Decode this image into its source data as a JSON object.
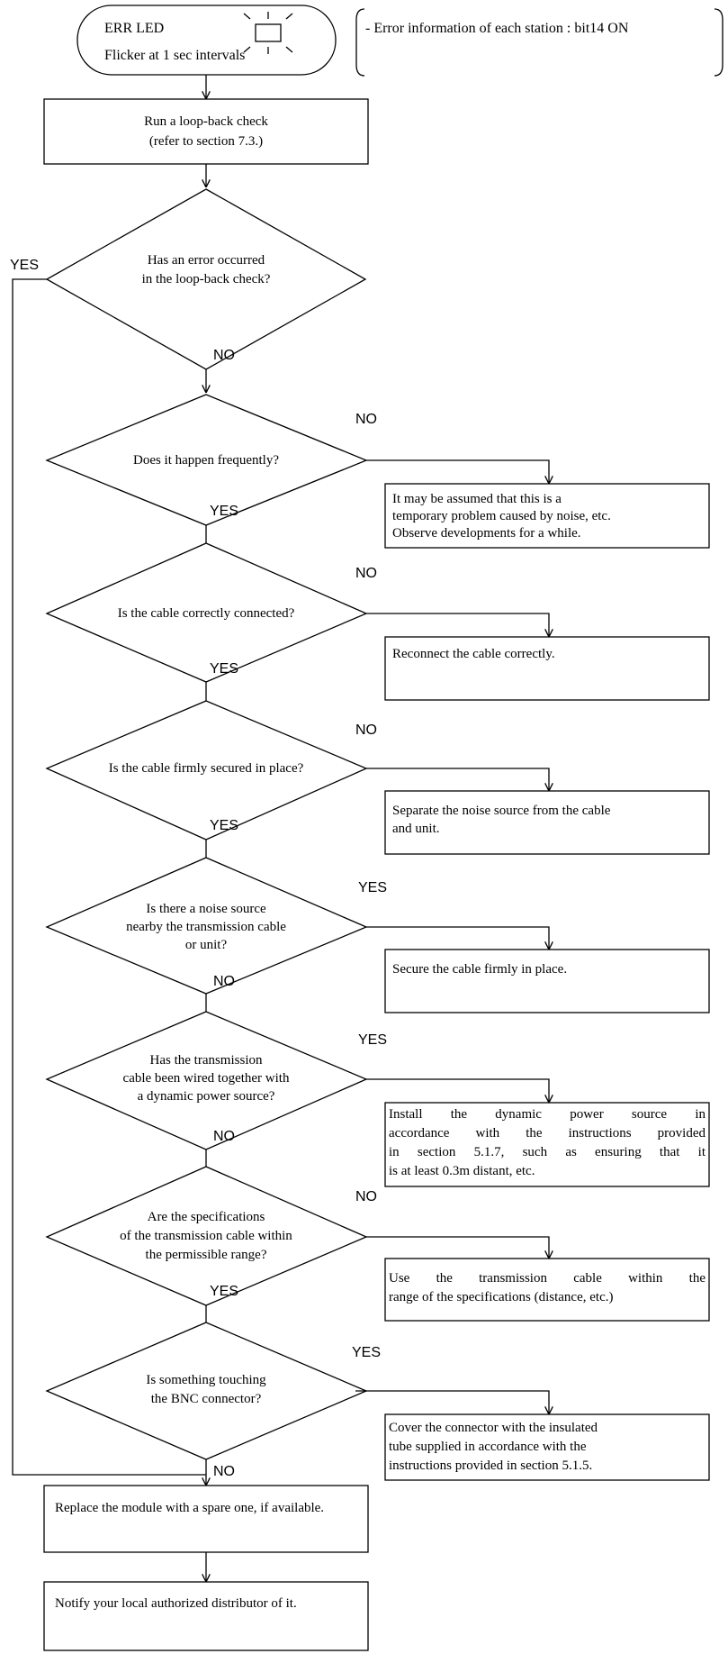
{
  "start": {
    "title": "ERR LED",
    "line2": "Flicker at 1 sec intervals",
    "note": "- Error information of each station : bit14 ON"
  },
  "steps": {
    "loopback": [
      "Run a loop-back check",
      "(refer to section 7.3.)"
    ],
    "replace": "Replace the module with a spare one, if available.",
    "notify": "Notify your local authorized distributor of it."
  },
  "decisions": {
    "d1": [
      "Has an error occurred",
      "in the loop-back check?"
    ],
    "d2": [
      "Does it happen frequently?"
    ],
    "d3": [
      "Is the cable correctly connected?"
    ],
    "d4": [
      "Is the cable firmly secured in place?"
    ],
    "d5": [
      "Is there a noise source",
      "nearby the transmission cable",
      "or unit?"
    ],
    "d6": [
      "Has the transmission",
      "cable been wired together with",
      "a dynamic power source?"
    ],
    "d7": [
      "Are the specifications",
      "of the transmission cable within",
      "the permissible range?"
    ],
    "d8": [
      "Is something touching",
      "the BNC connector?"
    ]
  },
  "actions": {
    "a2": [
      "It may be assumed that this is a",
      "temporary problem caused by noise, etc.",
      "Observe developments for a while."
    ],
    "a3": [
      "Reconnect the cable correctly."
    ],
    "a4": [
      "Separate the noise source from the cable",
      "and unit."
    ],
    "a5": [
      "Secure the cable firmly in place."
    ],
    "a6": [
      "Install the dynamic power source in",
      "accordance with the instructions provided",
      "in section 5.1.7, such as   ensuring that it",
      "is at least 0.3m distant, etc."
    ],
    "a7": [
      "Use the transmission cable within the",
      "range of the specifications (distance, etc.)"
    ],
    "a8": [
      "Cover the connector with the insulated",
      "tube supplied in accordance with the",
      "instructions provided in section 5.1.5."
    ]
  },
  "labels": {
    "yes": "YES",
    "no": "NO"
  }
}
